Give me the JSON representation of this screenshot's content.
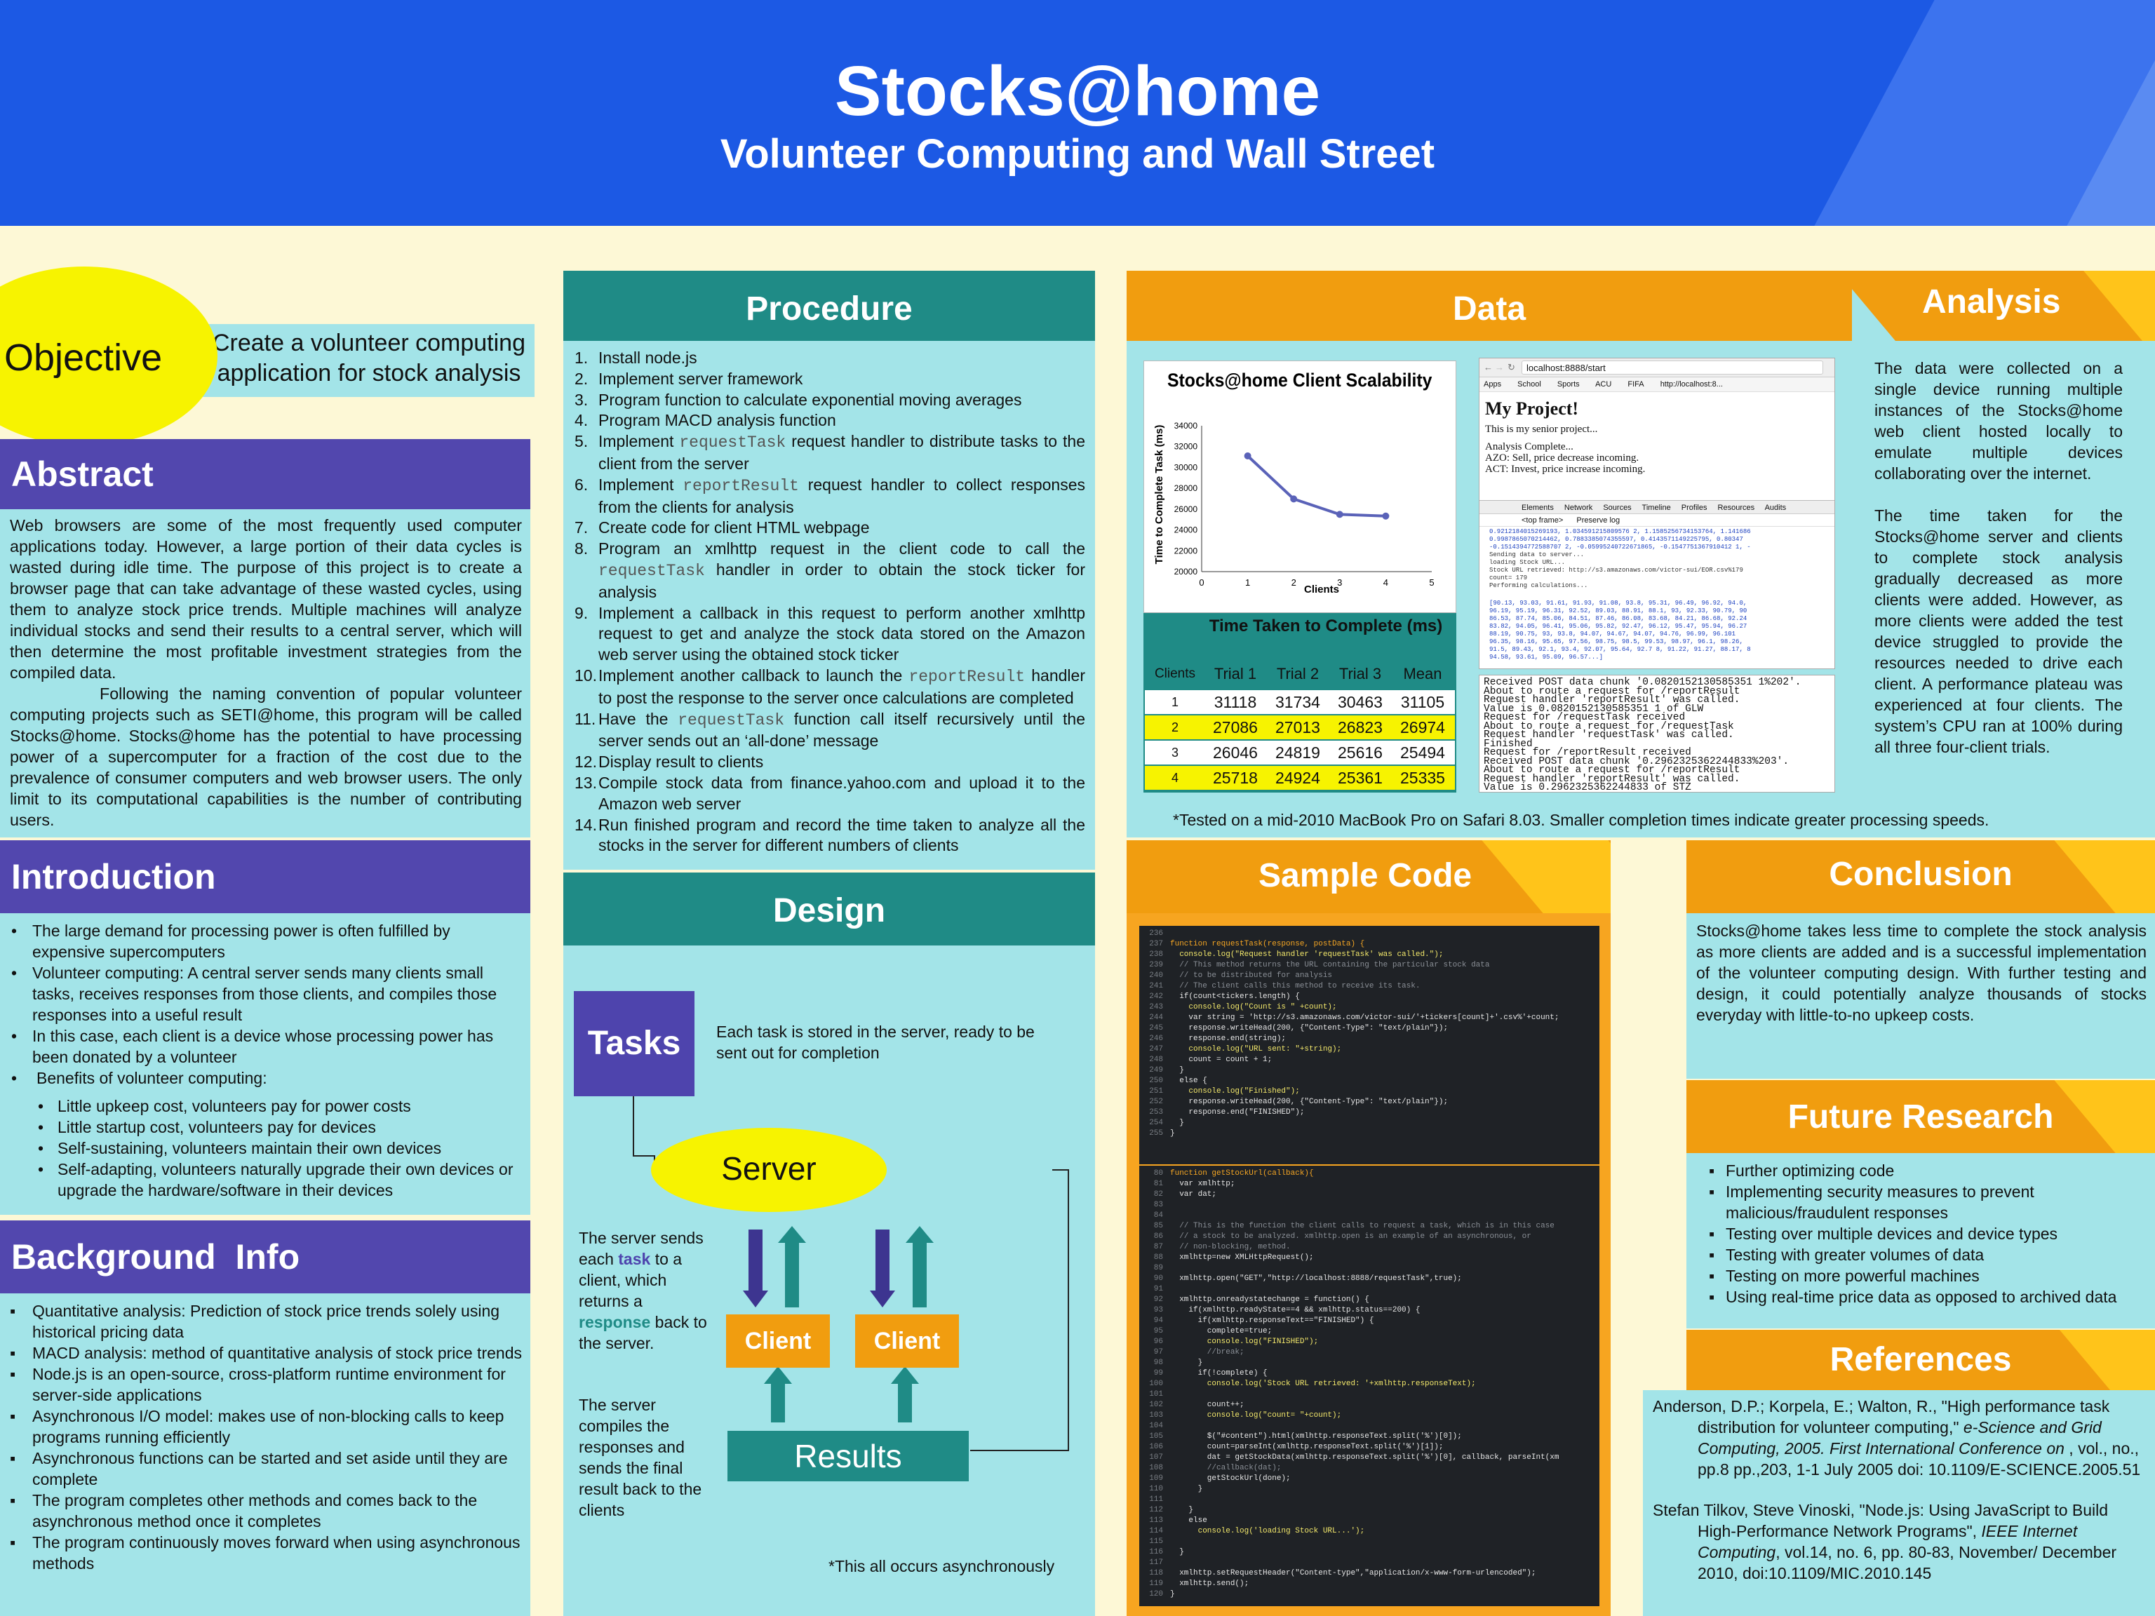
{
  "header": {
    "title": "Stocks@home",
    "subtitle": "Volunteer Computing and Wall Street"
  },
  "objective": {
    "label": "Objective",
    "text": "Create a volunteer computing application for stock analysis"
  },
  "abstract": {
    "title": "Abstract",
    "p1": "Web browsers are some of the most frequently used computer applications today. However, a large portion of their data cycles is wasted during idle time. The purpose of this project is to create a browser page that can take advantage of these wasted cycles, using them to analyze stock price trends. Multiple machines will analyze individual stocks and send their results to a central server, which will then determine the most profitable investment strategies from the compiled data.",
    "p2": "Following the naming convention of popular volunteer computing projects such as SETI@home, this program will be called Stocks@home. Stocks@home has the potential to have processing power of a supercomputer for a fraction of the cost due to the prevalence of consumer computers and web browser users. The only limit to its computational capabilities is the number of contributing users."
  },
  "introduction": {
    "title": "Introduction",
    "items": [
      "The large demand for processing power is often fulfilled by expensive supercomputers",
      "Volunteer computing: A central server sends many clients small tasks, receives responses from those clients, and compiles those responses into a useful result",
      "In this case, each client is a device whose processing power has been donated by a volunteer",
      "Benefits of volunteer computing:"
    ],
    "subitems": [
      "Little upkeep cost, volunteers pay for power costs",
      "Little startup cost, volunteers pay for devices",
      "Self-sustaining, volunteers maintain their own devices",
      "Self-adapting, volunteers naturally upgrade their own devices or upgrade the hardware/software in their devices"
    ]
  },
  "background": {
    "title": "Background  Info",
    "items": [
      "Quantitative analysis: Prediction of stock price trends solely using historical pricing data",
      "MACD analysis: method of quantitative analysis of stock price trends",
      "Node.js is an open-source, cross-platform runtime environment for server-side applications",
      "Asynchronous I/O model: makes use of non-blocking calls to keep programs running efficiently",
      "Asynchronous functions can be started and set aside until they are complete",
      "The program completes other methods and comes back to the asynchronous method once it completes",
      "The program continuously moves forward when using asynchronous methods"
    ]
  },
  "procedure": {
    "title": "Procedure",
    "steps": [
      {
        "n": "1.",
        "pre": "Install node.js",
        "code": "",
        "post": ""
      },
      {
        "n": "2.",
        "pre": "Implement server framework",
        "code": "",
        "post": ""
      },
      {
        "n": "3.",
        "pre": "Program function to calculate exponential moving averages",
        "code": "",
        "post": ""
      },
      {
        "n": "4.",
        "pre": "Program MACD analysis function",
        "code": "",
        "post": ""
      },
      {
        "n": "5.",
        "pre": "Implement ",
        "code": "requestTask",
        "post": " request handler to distribute tasks to the client from the server"
      },
      {
        "n": "6.",
        "pre": "Implement ",
        "code": "reportResult",
        "post": " request handler to collect responses from the clients for analysis"
      },
      {
        "n": "7.",
        "pre": "Create code for client HTML webpage",
        "code": "",
        "post": ""
      },
      {
        "n": "8.",
        "pre": "Program an xmlhttp request in the client code to call the ",
        "code": "requestTask",
        "post": " handler in order to obtain the stock ticker for analysis"
      },
      {
        "n": "9.",
        "pre": "Implement a callback in this request to perform another xmlhttp request to get and analyze the stock data stored on the Amazon web server using the obtained stock ticker",
        "code": "",
        "post": ""
      },
      {
        "n": "10.",
        "pre": "Implement another callback to launch the ",
        "code": "reportResult",
        "post": " handler to post the response to the server once calculations are completed"
      },
      {
        "n": "11.",
        "pre": "Have the ",
        "code": "requestTask",
        "post": " function call itself recursively until the server sends out an ‘all-done’ message"
      },
      {
        "n": "12.",
        "pre": "Display result to clients",
        "code": "",
        "post": ""
      },
      {
        "n": "13.",
        "pre": "Compile stock data from finance.yahoo.com and upload it to the Amazon web server",
        "code": "",
        "post": ""
      },
      {
        "n": "14.",
        "pre": "Run finished program and record the time taken to analyze all the stocks in the server for different numbers of clients",
        "code": "",
        "post": ""
      }
    ]
  },
  "design": {
    "title": "Design",
    "tasks_label": "Tasks",
    "tasks_text": "Each task is stored in the server, ready to be sent out for completion",
    "server_label": "Server",
    "client_label": "Client",
    "results_label": "Results",
    "note1_a": "The server sends each ",
    "note1_task": "task",
    "note1_b": " to a client, which returns a ",
    "note1_response": "response",
    "note1_c": " back to the server.",
    "note2": "The server compiles the responses and sends the final result back to the clients",
    "footnote": "*This all occurs asynchronously"
  },
  "data": {
    "title": "Data",
    "footnote": "*Tested on a mid-2010 MacBook Pro on Safari 8.03. Smaller completion times indicate greater processing speeds.",
    "table": {
      "title": "Time Taken to Complete (ms)",
      "headers": [
        "Clients",
        "Trial 1",
        "Trial 2",
        "Trial 3",
        "Mean"
      ],
      "rows": [
        [
          "1",
          "31118",
          "31734",
          "30463",
          "31105"
        ],
        [
          "2",
          "27086",
          "27013",
          "26823",
          "26974"
        ],
        [
          "3",
          "26046",
          "24819",
          "25616",
          "25494"
        ],
        [
          "4",
          "25718",
          "24924",
          "25361",
          "25335"
        ]
      ]
    },
    "browser": {
      "url": "localhost:8888/start",
      "bookmarks": [
        "Apps",
        "School",
        "Sports",
        "ACU",
        "FIFA",
        "http://localhost:8..."
      ],
      "heading": "My Project!",
      "line1": "This is my senior project...",
      "line2": "Analysis Complete...",
      "line3": "AZO: Sell, price decrease incoming.",
      "line4": "ACT: Invest, price increase incoming.",
      "tabs": [
        "Elements",
        "Network",
        "Sources",
        "Timeline",
        "Profiles",
        "Resources",
        "Audits"
      ],
      "console_top": "<top frame>",
      "preserve": "Preserve log",
      "console_lines": [
        "0.9212184015269193, 1.034591215809576 2, 1.1585256734153764, 1.141686",
        "0.9987865070214462, 0.7883385074355597, 0.4143571149225795, 0.80347",
        "-0.1514394772588707 2, -0.05995240722671865, -0.1547751367910412 1, -",
        "Sending data to server...",
        "loading Stock URL...",
        "Stock URL retrieved: http://s3.amazonaws.com/victor-sui/EOR.csv%179",
        "count= 179",
        "Performing calculations..."
      ],
      "array_lines": [
        "[90.13, 93.03, 91.61, 91.93, 91.08, 93.8, 95.31, 96.49, 96.92, 94.0,",
        "96.19, 95.19, 96.31, 92.52, 89.03, 88.91, 88.1, 93, 92.33, 90.79, 90",
        "86.53, 87.74, 85.06, 84.51, 87.46, 86.08, 83.68, 84.21, 86.68, 92.24",
        "83.82, 94.05, 96.41, 95.06, 95.82, 92.47, 96.12, 95.47, 95.94, 96.27",
        "88.19, 90.75, 93, 93.8, 94.07, 94.67, 94.07, 94.76, 96.99, 96.101",
        "96.35, 98.16, 95.65, 97.56, 98.75, 98.5, 99.53, 98.97, 96.1, 98.26,",
        "91.5, 89.43, 92.1, 93.4, 92.07, 95.64, 92.7 8, 91.22, 91.27, 88.17, 8",
        "94.58, 93.61, 95.09, 96.57...]"
      ]
    },
    "server_log": [
      "Received POST data chunk '0.0820152130585351 1%202'.",
      "About to route a request for /reportResult",
      "Request handler 'reportResult' was called.",
      "Value is 0.0820152130585351 1 of GLW",
      "Request for /requestTask received",
      "About to route a request for /requestTask",
      "Request handler 'requestTask' was called.",
      "Finished",
      "Request for /reportResult received",
      "Received POST data chunk '0.2962325362244833%203'.",
      "About to route a request for /reportResult",
      "Request handler 'reportResult' was called.",
      "Value is 0.2962325362244833 of STZ"
    ]
  },
  "chart_data": {
    "type": "line",
    "title": "Stocks@home Client Scalability",
    "xlabel": "Clients",
    "ylabel": "Time to Complete Task (ms)",
    "x": [
      1,
      2,
      3,
      4
    ],
    "values": [
      31105,
      26974,
      25494,
      25335
    ],
    "xlim": [
      0,
      5
    ],
    "ylim": [
      20000,
      34000
    ],
    "xticks": [
      "0",
      "1",
      "2",
      "3",
      "4",
      "5"
    ],
    "yticks": [
      "20000",
      "22000",
      "24000",
      "26000",
      "28000",
      "30000",
      "32000",
      "34000"
    ],
    "grid": false,
    "color": "#5a62b8"
  },
  "analysis": {
    "title": "Analysis",
    "p1": "The data were collected on a single device running multiple instances of the Stocks@home web client hosted locally to emulate multiple devices collaborating over the internet.",
    "p2": "The time taken for the Stocks@home server and clients to complete stock analysis gradually decreased as more clients were added. However, as more clients were added the test device struggled to provide the resources needed to drive each client. A performance plateau was experienced at four clients. The system’s CPU ran at 100% during all three four-client trials."
  },
  "sample_code": {
    "title": "Sample Code",
    "block1_start": 236,
    "block1": [
      "",
      "function requestTask(response, postData) {",
      "  console.log(\"Request handler 'requestTask' was called.\");",
      "  // This method returns the URL containing the particular stock data",
      "  // to be distributed for analysis",
      "  // The client calls this method to receive its task.",
      "  if(count<tickers.length) {",
      "    console.log(\"Count is \" +count);",
      "    var string = 'http://s3.amazonaws.com/victor-sui/'+tickers[count]+'.csv%'+count;",
      "    response.writeHead(200, {\"Content-Type\": \"text/plain\"});",
      "    response.end(string);",
      "    console.log(\"URL sent: \"+string);",
      "    count = count + 1;",
      "  }",
      "  else {",
      "    console.log(\"Finished\");",
      "    response.writeHead(200, {\"Content-Type\": \"text/plain\"});",
      "    response.end(\"FINISHED\");",
      "  }",
      "}"
    ],
    "block2_start": 80,
    "block2": [
      "function getStockUrl(callback){",
      "  var xmlhttp;",
      "  var dat;",
      "",
      "",
      "  // This is the function the client calls to request a task, which is in this case",
      "  // a stock to be analyzed. xmlhttp.open is an example of an asynchronous, or",
      "  // non-blocking, method.",
      "  xmlhttp=new XMLHttpRequest();",
      "",
      "  xmlhttp.open(\"GET\",\"http://localhost:8888/requestTask\",true);",
      "",
      "  xmlhttp.onreadystatechange = function() {",
      "    if(xmlhttp.readyState==4 && xmlhttp.status==200) {",
      "      if(xmlhttp.responseText==\"FINISHED\") {",
      "        complete=true;",
      "        console.log(\"FINISHED\");",
      "        //break;",
      "      }",
      "      if(!complete) {",
      "        console.log('Stock URL retrieved: '+xmlhttp.responseText);",
      "",
      "        count++;",
      "        console.log(\"count= \"+count);",
      "",
      "        $(\"#content\").html(xmlhttp.responseText.split('%')[0]);",
      "        count=parseInt(xmlhttp.responseText.split('%')[1]);",
      "        dat = getStockData(xmlhttp.responseText.split('%')[0], callback, parseInt(xm",
      "        //callback(dat);",
      "        getStockUrl(done);",
      "      }",
      "",
      "    }",
      "    else",
      "      console.log('loading Stock URL...');",
      "",
      "  }",
      "",
      "  xmlhttp.setRequestHeader(\"Content-type\",\"application/x-www-form-urlencoded\");",
      "  xmlhttp.send();",
      "}"
    ]
  },
  "conclusion": {
    "title": "Conclusion",
    "text": "Stocks@home takes less time to complete the stock analysis as more clients are added and is a successful implementation of the volunteer computing design. With further testing and design, it could potentially analyze thousands of stocks everyday with little-to-no upkeep costs."
  },
  "future_research": {
    "title": "Future Research",
    "items": [
      "Further optimizing code",
      "Implementing security measures to prevent malicious/fraudulent responses",
      "Testing over multiple devices and device types",
      "Testing with greater volumes of data",
      "Testing on more powerful machines",
      "Using real-time price data as opposed to archived data"
    ]
  },
  "references": {
    "title": "References",
    "ref1_a": "Anderson, D.P.; Korpela, E.; Walton, R., \"High performance task distribution for volunteer computing,\" ",
    "ref1_i": "e-Science and Grid Computing, 2005.   First International Conference on",
    "ref1_b": " , vol., no., pp.8 pp.,203, 1-1 July 2005   doi: 10.1109/E-SCIENCE.2005.51",
    "ref2_a": "Stefan Tilkov, Steve Vinoski, \"Node.js: Using JavaScript to Build High-Performance Network Programs\", ",
    "ref2_i": "IEEE Internet  Computing",
    "ref2_b": ", vol.14, no. 6, pp. 80-83, November/ December 2010, doi:10.1109/MIC.2010.145"
  },
  "colors": {
    "header_blue": "#1c59e4",
    "cyan": "#a3e4e8",
    "purple": "#5247ae",
    "teal": "#1f8b86",
    "orange": "#f19d0f",
    "yellow": "#f7f300",
    "cream": "#fdf8d6"
  }
}
